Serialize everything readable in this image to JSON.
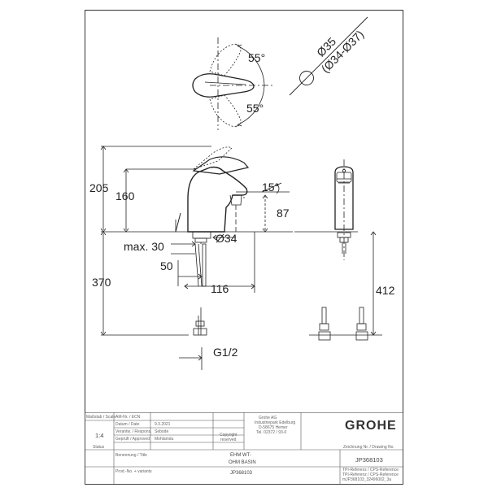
{
  "drawing": {
    "dims": {
      "angle_top": "55°",
      "angle_bottom": "55°",
      "dia_main": "Ø35",
      "dia_range": "(Ø34-Ø37)",
      "h205": "205",
      "h160": "160",
      "angle15": "15°",
      "h87": "87",
      "max30": "max. 30",
      "dia34": "Ø34",
      "d50": "50",
      "h370": "370",
      "d116": "116",
      "h412": "412",
      "g12": "G1/2"
    }
  },
  "title_block": {
    "massstab_label": "Maßstab / Scale",
    "am_nr_label": "AM-Nr. / ECN",
    "scale_value": "1:4",
    "datum_label": "Datum / Date",
    "datum_value": "9.3.2021",
    "verantw_label": "Verantw. / Respons.",
    "verantw_value": "Sebode",
    "geprueft_label": "Geprüft / Approved",
    "geprueft_value": "Mohlamdu",
    "status_label": "Status",
    "benennung_label": "Benennung / Title",
    "prod_label": "Prod.-No. + variants",
    "copyright_1": "Copyright",
    "copyright_2": "reserved",
    "company_1": "Grohe AG",
    "company_2": "Industriepark Edelburg",
    "company_3": "D-58675 Hemer",
    "company_4": "Tel. 02372 / 93-0",
    "logo": "GROHE",
    "drawing_no_label": "Zeichnung Nr. / Drawing No.",
    "drawing_no": "JP368103",
    "title_1": "EHM WT-",
    "title_2": "OHM BASIN",
    "prod_no": "JP368103",
    "tpi_label_1": "TPI-Referenz / CPS-Reference",
    "tpi_label_2": "TPI-Referenz / CPS-Reference",
    "tpi_value": "mJP368103_32496002_3a"
  }
}
